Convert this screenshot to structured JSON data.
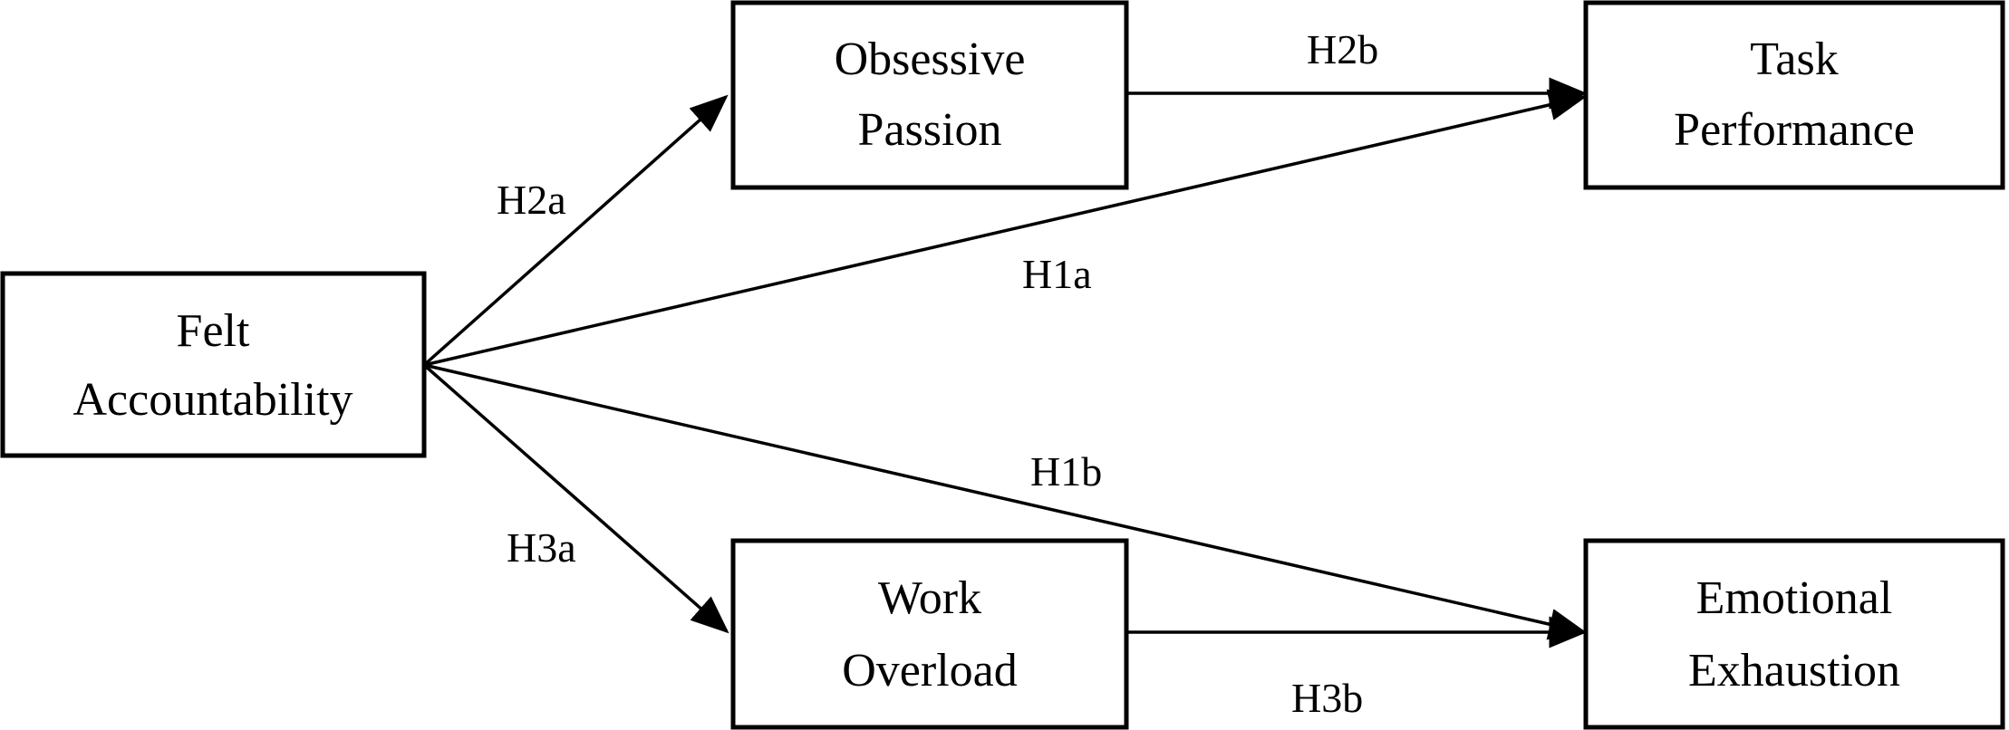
{
  "nodes": {
    "felt_accountability": {
      "line1": "Felt",
      "line2": "Accountability"
    },
    "obsessive_passion": {
      "line1": "Obsessive",
      "line2": "Passion"
    },
    "work_overload": {
      "line1": "Work",
      "line2": "Overload"
    },
    "task_performance": {
      "line1": "Task",
      "line2": "Performance"
    },
    "emotional_exhaustion": {
      "line1": "Emotional",
      "line2": "Exhaustion"
    }
  },
  "edges": {
    "h1a": "H1a",
    "h1b": "H1b",
    "h2a": "H2a",
    "h2b": "H2b",
    "h3a": "H3a",
    "h3b": "H3b"
  },
  "colors": {
    "stroke": "#000000",
    "background": "#ffffff"
  }
}
